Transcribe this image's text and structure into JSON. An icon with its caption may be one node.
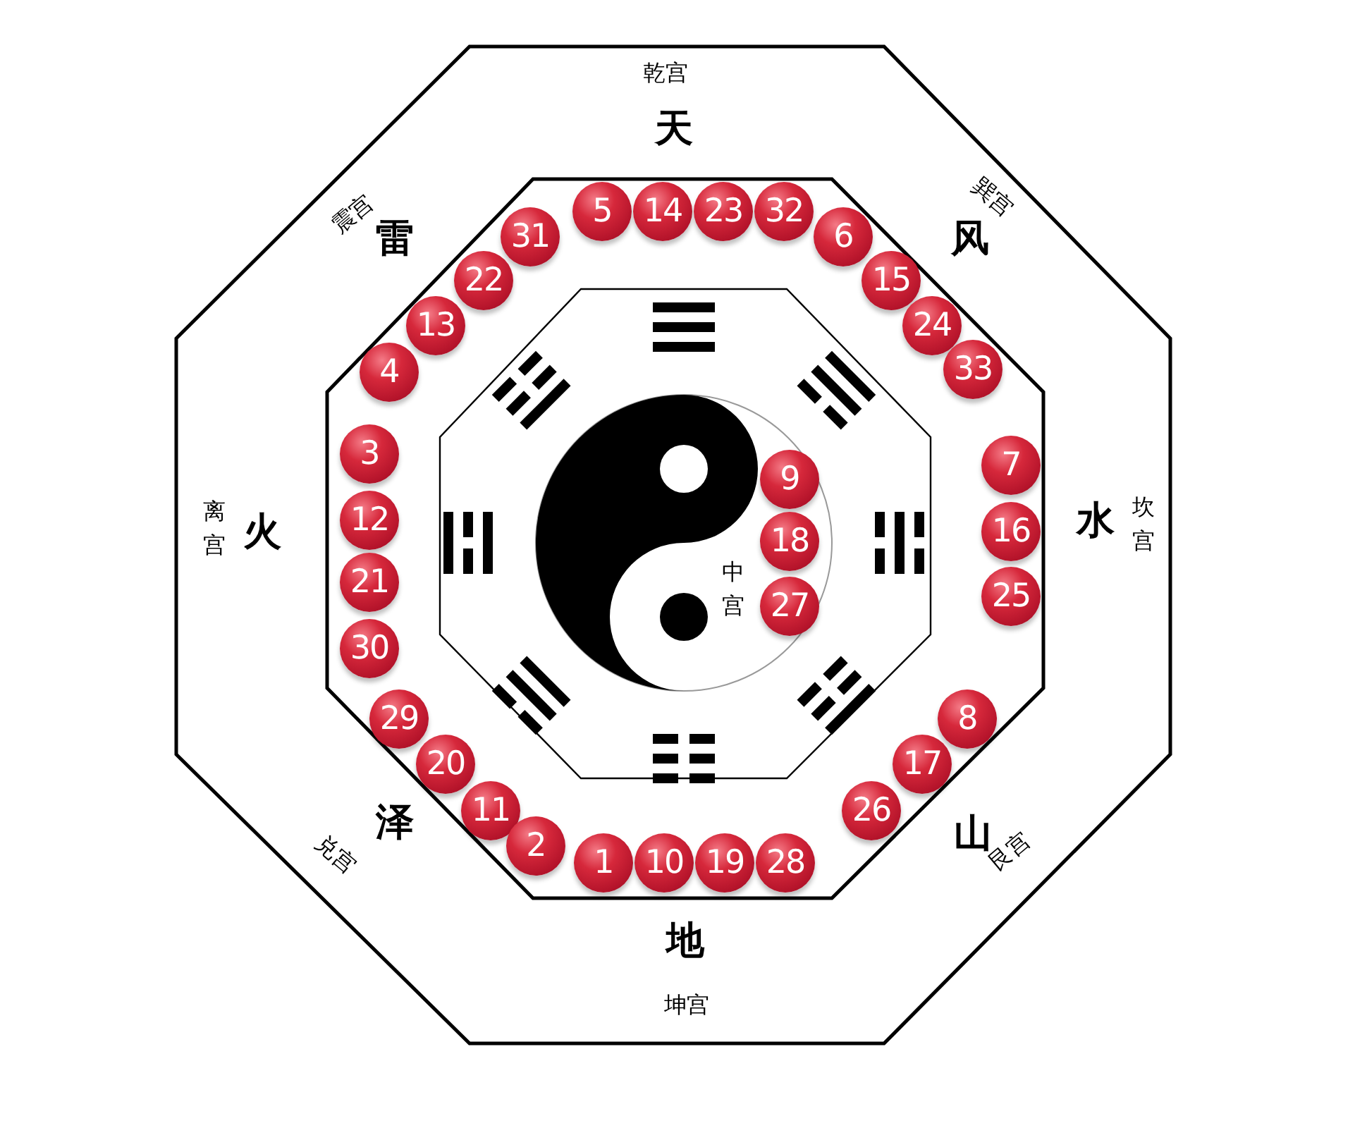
{
  "diagram": {
    "nodes": [
      {
        "text": [
          "5"
        ]
      },
      {
        "text": [
          "14"
        ]
      },
      {
        "text": [
          "23"
        ]
      },
      {
        "text": [
          "32"
        ]
      },
      {
        "text": [
          "31"
        ]
      },
      {
        "text": [
          "6"
        ]
      },
      {
        "text": [
          "22"
        ]
      },
      {
        "text": [
          "15"
        ]
      },
      {
        "text": [
          "13"
        ]
      },
      {
        "text": [
          "24"
        ]
      },
      {
        "text": [
          "4"
        ]
      },
      {
        "text": [
          "33"
        ]
      },
      {
        "text": [
          "3"
        ]
      },
      {
        "text": [
          "7"
        ]
      },
      {
        "text": [
          "9"
        ]
      },
      {
        "text": [
          "12"
        ]
      },
      {
        "text": [
          "16"
        ]
      },
      {
        "text": [
          "18"
        ]
      },
      {
        "text": [
          "21"
        ]
      },
      {
        "text": [
          "25"
        ]
      },
      {
        "text": [
          "27"
        ]
      },
      {
        "text": [
          "30"
        ]
      },
      {
        "text": [
          "29"
        ]
      },
      {
        "text": [
          "8"
        ]
      },
      {
        "text": [
          "20"
        ]
      },
      {
        "text": [
          "17"
        ]
      },
      {
        "text": [
          "11"
        ]
      },
      {
        "text": [
          "26"
        ]
      },
      {
        "text": [
          "2"
        ]
      },
      {
        "text": [
          "1"
        ]
      },
      {
        "text": [
          "10"
        ]
      },
      {
        "text": [
          "19"
        ]
      },
      {
        "text": [
          "28"
        ]
      }
    ],
    "labels": [
      "乾宫",
      "天",
      "震宫",
      "巽宫",
      "雷",
      "风",
      "离宫",
      "火",
      "水",
      "坎宫",
      "中宫",
      "泽",
      "山",
      "兑宫",
      "艮宫",
      "地",
      "坤宫"
    ]
  }
}
